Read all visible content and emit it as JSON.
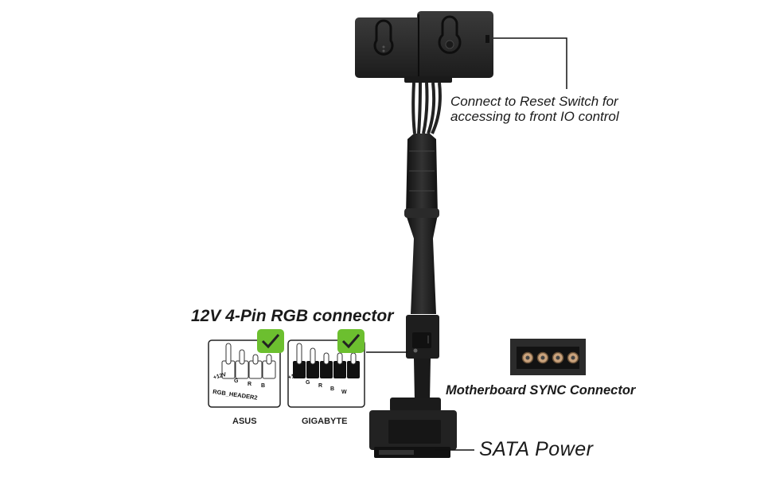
{
  "labels": {
    "reset_line1": "Connect to Reset Switch for",
    "reset_line2": "accessing to front IO control",
    "rgb_connector": "12V 4-Pin RGB connector",
    "sync_connector": "Motherboard SYNC Connector",
    "sata_power": "SATA Power"
  },
  "asus": {
    "name": "ASUS",
    "pins": [
      "+12V",
      "G",
      "R",
      "B"
    ],
    "header": "RGB_HEADER2"
  },
  "gigabyte": {
    "name": "GIGABYTE",
    "pins": [
      "+12V",
      "G",
      "R",
      "B",
      "W"
    ]
  },
  "colors": {
    "device_body": "#2b2b2b",
    "check_green": "#6cbf2f",
    "text": "#1a1a1a"
  }
}
